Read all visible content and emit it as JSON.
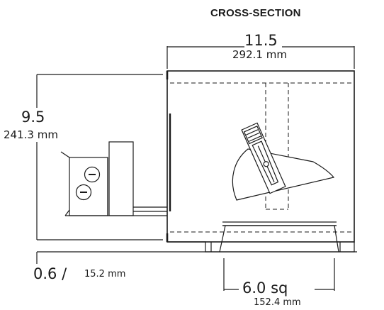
{
  "title": "CROSS-SECTION",
  "dimensions": {
    "width_in": "11.5",
    "width_mm": "292.1 mm",
    "height_in": "9.5",
    "height_mm": "241.3 mm",
    "flange_in": "0.6 /",
    "flange_mm": "15.2 mm",
    "aperture_in": "6.0 sq",
    "aperture_mm": "152.4 mm"
  }
}
